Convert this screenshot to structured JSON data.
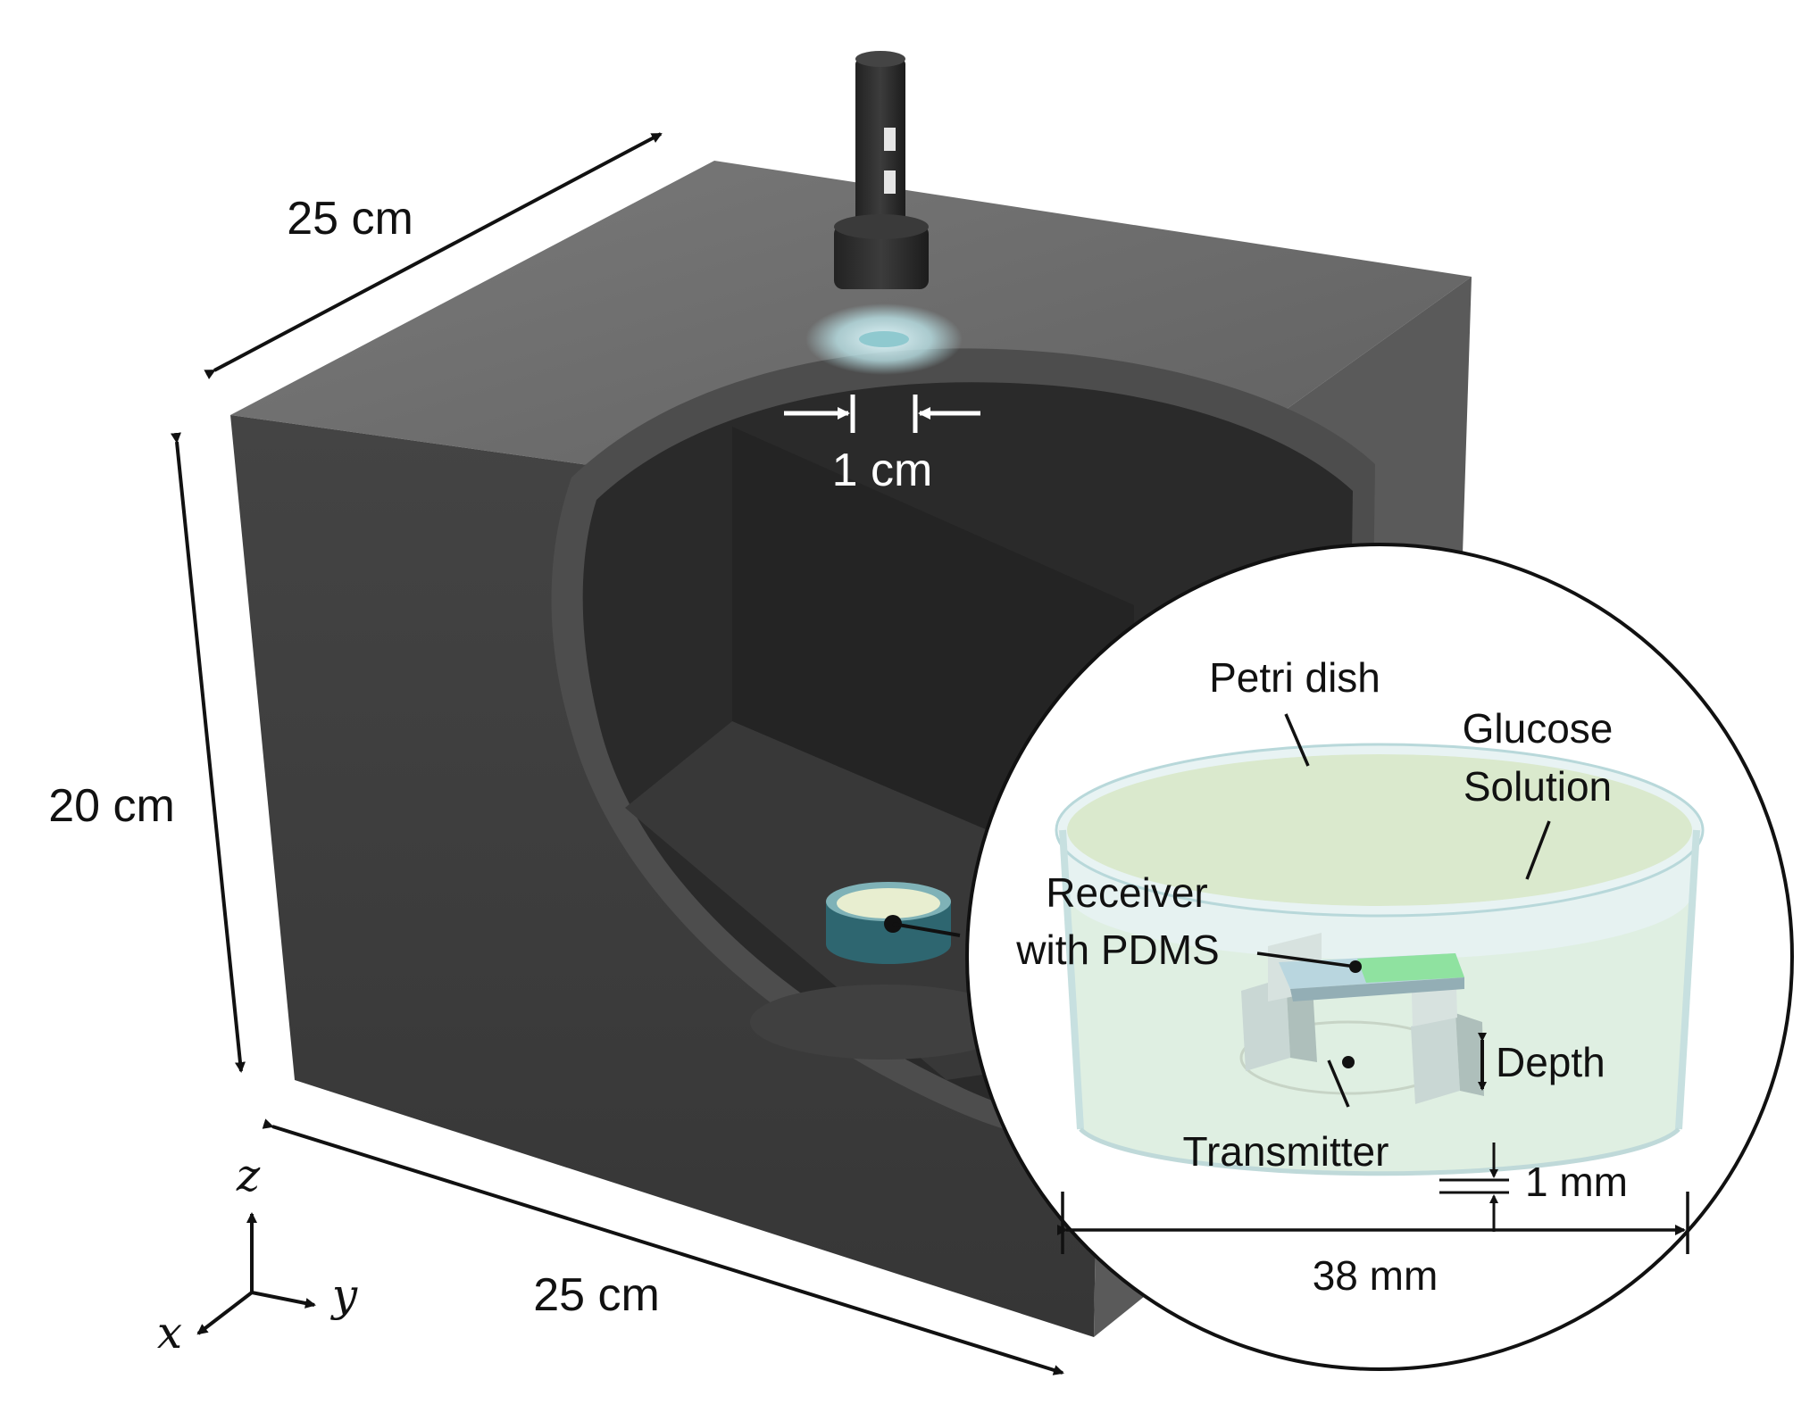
{
  "dimensions": {
    "top_width": "25 cm",
    "height": "20 cm",
    "bottom_width": "25 cm",
    "aperture": "1 cm"
  },
  "axes": {
    "z": "z",
    "x": "x",
    "y": "y"
  },
  "inset": {
    "petri_dish": "Petri dish",
    "glucose_line1": "Glucose",
    "glucose_line2": "Solution",
    "receiver_line1": "Receiver",
    "receiver_line2": "with PDMS",
    "depth": "Depth",
    "transmitter": "Transmitter",
    "gap": "1 mm",
    "diameter": "38 mm"
  },
  "colors": {
    "box_front": "#3d3d3d",
    "box_top": "#6e6e6e",
    "box_side": "#555555",
    "cavity": "#2b2b2b",
    "glow": "#bfe9ee",
    "glucose": "#e3e9a6",
    "dish": "#cfe6e8",
    "receiver_pdms": "#7ee08f"
  }
}
